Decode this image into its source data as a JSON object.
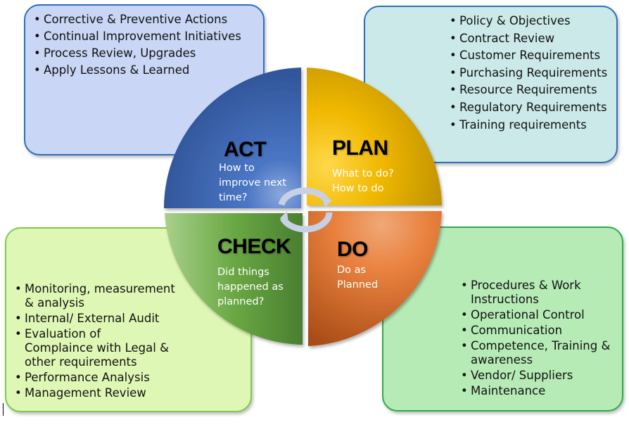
{
  "diagram": {
    "type": "PDCA cycle",
    "quadrants": [
      {
        "id": "act",
        "title": "ACT",
        "subtitle": "How to\nimprove next\ntime?",
        "color": "#3b62b0"
      },
      {
        "id": "plan",
        "title": "PLAN",
        "subtitle": "What to do?\nHow to do",
        "color": "#e0a800"
      },
      {
        "id": "check",
        "title": "CHECK",
        "subtitle": "Did things\nhappened as\nplanned?",
        "color": "#5e9a3a"
      },
      {
        "id": "do",
        "title": "DO",
        "subtitle": "Do as\nPlanned",
        "color": "#e0742c"
      }
    ]
  },
  "boxes": {
    "act": {
      "items": [
        "Corrective & Preventive Actions",
        "Continual Improvement Initiatives",
        "Process Review, Upgrades",
        "Apply Lessons & Learned"
      ]
    },
    "plan": {
      "items": [
        "Policy & Objectives",
        "Contract Review",
        "Customer Requirements",
        "Purchasing Requirements",
        "Resource Requirements",
        "Regulatory Requirements",
        "Training requirements"
      ]
    },
    "check": {
      "items": [
        "Monitoring, measurement & analysis",
        "Internal/ External Audit",
        "Evaluation of Complaince with Legal & other requirements",
        "Performance Analysis",
        "Management Review"
      ]
    },
    "do": {
      "items": [
        "Procedures & Work Instructions",
        "Operational Control",
        "Communication",
        "Competence, Training & awareness",
        "Vendor/ Suppliers",
        "Maintenance"
      ]
    }
  }
}
